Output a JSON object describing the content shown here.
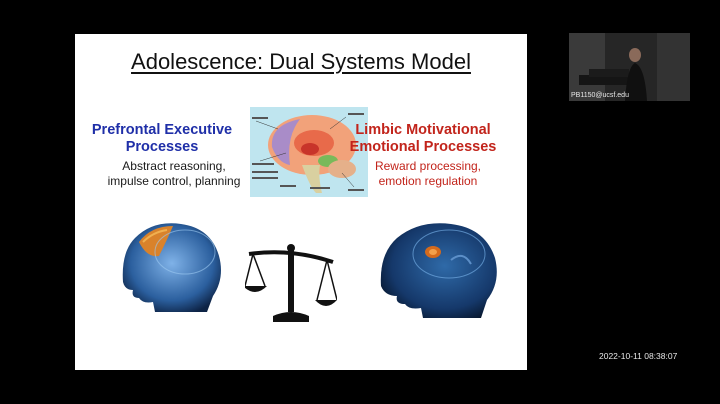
{
  "slide": {
    "title": "Adolescence: Dual Systems Model",
    "left": {
      "heading_line1": "Prefrontal Executive",
      "heading_line2": "Processes",
      "detail_line1": "Abstract reasoning,",
      "detail_line2": "impulse control, planning"
    },
    "right": {
      "heading_line1": "Limbic Motivational",
      "heading_line2": "Emotional Processes",
      "detail_line1": "Reward processing,",
      "detail_line2": "emotion regulation"
    },
    "icons": [
      "brain-anatomy-diagram",
      "head-prefrontal-image",
      "balance-scale-icon",
      "head-limbic-image"
    ]
  },
  "video": {
    "label": "PB1150@ucsf.edu"
  },
  "timestamp": "2022-10-11 08:38:07",
  "colors": {
    "background": "#000000",
    "slide": "#ffffff",
    "left_heading": "#1f2fa8",
    "right_heading": "#c2241b"
  }
}
